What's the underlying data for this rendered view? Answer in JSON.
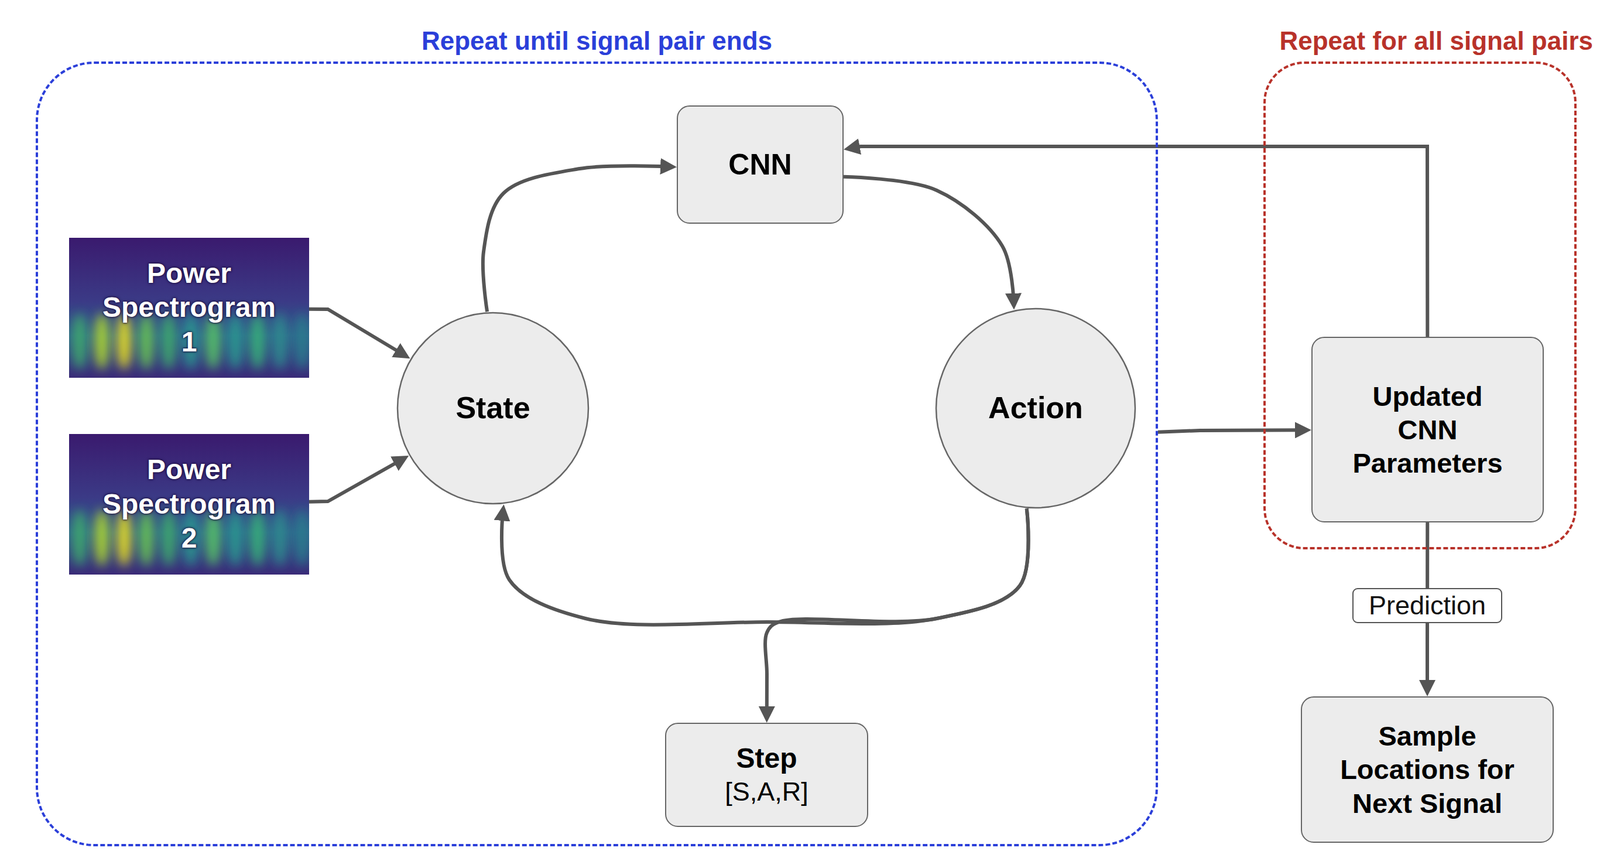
{
  "diagram": {
    "nodes": [
      {
        "text": [
          "Repeat until signal pair ends"
        ]
      },
      {
        "text": [
          "Power Spectrogram 1"
        ],
        "in": 0
      },
      {
        "text": [
          "Power Spectrogram 2"
        ],
        "in": 0
      },
      {
        "text": [
          "State"
        ],
        "in": 0
      },
      {
        "text": [
          "CNN"
        ],
        "in": 0
      },
      {
        "text": [
          "Action"
        ],
        "in": 0
      },
      {
        "text": [
          "Step",
          "[S,A,R]"
        ],
        "in": 0
      },
      {
        "text": [
          "Repeat for all signal pairs"
        ]
      },
      {
        "text": [
          "Updated CNN Parameters"
        ],
        "in": 7
      },
      {
        "text": [
          "Sample Locations for Next Signal"
        ]
      }
    ],
    "edges": [
      {
        "from": 1,
        "to": 3,
        "arrow": "to"
      },
      {
        "from": 2,
        "to": 3,
        "arrow": "to"
      },
      {
        "from": 3,
        "to": 4,
        "arrow": "to"
      },
      {
        "from": 4,
        "to": 5,
        "arrow": "to"
      },
      {
        "from": 5,
        "to": 3,
        "arrow": "to"
      },
      {
        "from": 5,
        "to": 6,
        "arrow": "to"
      },
      {
        "from": 0,
        "to": 8,
        "arrow": "to"
      },
      {
        "from": 8,
        "to": 4,
        "arrow": "to"
      },
      {
        "from": 8,
        "to": 9,
        "label": "Prediction",
        "arrow": "to"
      }
    ]
  }
}
